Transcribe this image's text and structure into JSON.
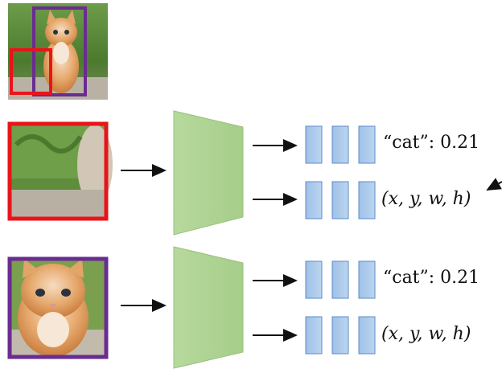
{
  "rows": [
    {
      "class_score_label": "“cat”: 0.21",
      "box_label": "(x, y, w, h)"
    },
    {
      "class_score_label": "“cat”: 0.21",
      "box_label": "(x, y, w, h)"
    }
  ],
  "colors": {
    "crop_red": "#e8141a",
    "crop_purple": "#6a2c91",
    "network": "#a9d08e",
    "feature_box": "#9dc3e6",
    "feature_border": "#5b8bc7"
  }
}
